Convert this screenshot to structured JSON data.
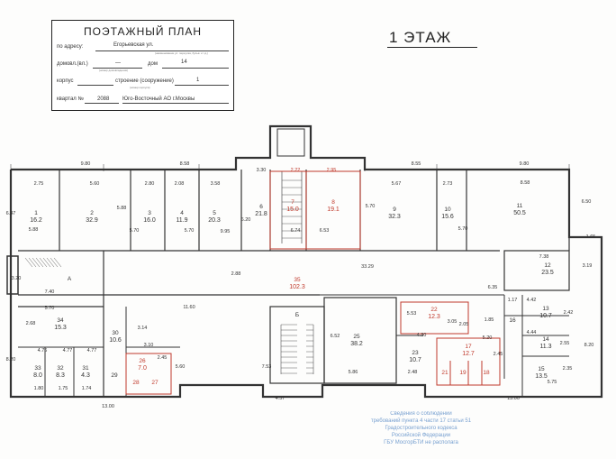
{
  "title_block": {
    "title": "ПОЭТАЖНЫЙ ПЛАН",
    "address_label": "по адресу:",
    "address_value": "Егорьевская ул.",
    "address_sub": "(наименование ул. переулка, бульв. и т.д.)",
    "house_label": "домовл.(вл.)",
    "house_value": "—",
    "house_no_label": "дом",
    "house_no_value": "14",
    "house_sub": "(номер домовладения)",
    "korpus_label": "корпус",
    "building_label": "строение (сооружение)",
    "building_value": "1",
    "korpus_sub": "(номер корпуса)",
    "quarter_label": "квартал №",
    "quarter_value": "2088",
    "district": "Юго-Восточный АО г.Москвы"
  },
  "floor_title": "1 ЭТАЖ",
  "rooms": [
    {
      "no": "1",
      "area": "16.2"
    },
    {
      "no": "2",
      "area": "32.9"
    },
    {
      "no": "3",
      "area": "16.0"
    },
    {
      "no": "4",
      "area": "11.9"
    },
    {
      "no": "5",
      "area": "20.3"
    },
    {
      "no": "6",
      "area": "21.8"
    },
    {
      "no": "7",
      "area": "15.0",
      "hl": true
    },
    {
      "no": "8",
      "area": "19.1",
      "hl": true
    },
    {
      "no": "9",
      "area": "32.3"
    },
    {
      "no": "10",
      "area": "15.6"
    },
    {
      "no": "11",
      "area": "50.5"
    },
    {
      "no": "12",
      "area": "23.5"
    },
    {
      "no": "13",
      "area": "10.7"
    },
    {
      "no": "14",
      "area": "11.3"
    },
    {
      "no": "15",
      "area": "13.5"
    },
    {
      "no": "16",
      "area": ""
    },
    {
      "no": "17",
      "area": "12.7",
      "hl": true
    },
    {
      "no": "18",
      "area": "",
      "hl": true
    },
    {
      "no": "19",
      "area": "",
      "hl": true
    },
    {
      "no": "21",
      "area": "",
      "hl": true
    },
    {
      "no": "22",
      "area": "12.3",
      "hl": true
    },
    {
      "no": "23",
      "area": "10.7"
    },
    {
      "no": "25",
      "area": "38.2"
    },
    {
      "no": "26",
      "area": "7.0",
      "hl": true
    },
    {
      "no": "27",
      "area": "",
      "hl": true
    },
    {
      "no": "28",
      "area": "",
      "hl": true
    },
    {
      "no": "29",
      "area": ""
    },
    {
      "no": "30",
      "area": "10.6"
    },
    {
      "no": "31",
      "area": "4.3"
    },
    {
      "no": "32",
      "area": "8.3"
    },
    {
      "no": "33",
      "area": "8.0"
    },
    {
      "no": "34",
      "area": "15.3"
    },
    {
      "no": "35",
      "area": "102.3",
      "hl": true
    },
    {
      "no": "А",
      "area": ""
    },
    {
      "no": "Б",
      "area": ""
    }
  ],
  "dimensions": [
    "9.80",
    "8.58",
    "8.55",
    "9.80",
    "2.75",
    "5.60",
    "2.80",
    "2.08",
    "3.58",
    "3.30",
    "2.22",
    "2.95",
    "5.67",
    "2.73",
    "8.58",
    "6.47",
    "5.88",
    "5.88",
    "5.70",
    "5.70",
    "6.20",
    "6.74",
    "6.53",
    "5.70",
    "5.70",
    "6.50",
    "1.65",
    "3.20",
    "7.40",
    "2.88",
    "11.60",
    "33.29",
    "7.38",
    "3.19",
    "6.35",
    "5.70",
    "2.68",
    "3.14",
    "3.10",
    "4.76",
    "4.77",
    "4.77",
    "2.45",
    "5.60",
    "8.20",
    "1.80",
    "1.75",
    "1.74",
    "13.00",
    "7.53",
    "4.57",
    "6.52",
    "5.86",
    "5.53",
    "3.05",
    "4.30",
    "2.48",
    "5.20",
    "2.05",
    "2.45",
    "1.85",
    "1.17",
    "4.42",
    "2.42",
    "4.44",
    "2.55",
    "8.20",
    "2.35",
    "5.75",
    "13.00",
    "9.95"
  ],
  "note_lines": [
    "Сведения о соблюдении",
    "требований пункта 4 части 17 статьи 51",
    "Градостроительного кодекса",
    "Российской Федерации",
    "ГБУ МосгорБТИ не располага"
  ],
  "colors": {
    "ink": "#333333",
    "highlight": "#c0392b",
    "note": "#5f8fc8"
  }
}
